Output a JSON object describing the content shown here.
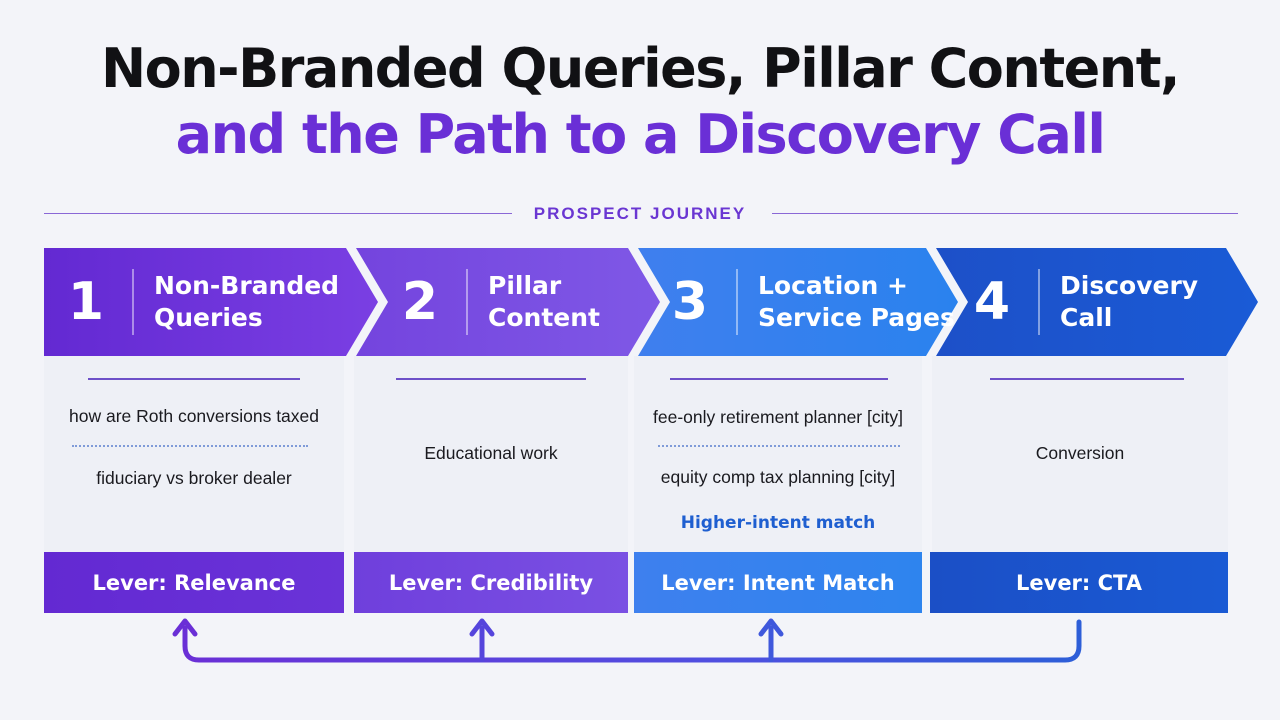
{
  "title": {
    "line1": "Non-Branded Queries, Pillar Content,",
    "line2": "and the Path to a Discovery Call"
  },
  "section_label": "PROSPECT JOURNEY",
  "colors": {
    "step1": "#6a2fd6",
    "step2": "#7a4be0",
    "step3": "#3188ee",
    "step4": "#1a54cc",
    "panel": "#eef0f6",
    "title_accent": "#6a2fd6",
    "intent_accent": "#1f5fd0"
  },
  "steps": [
    {
      "number": "1",
      "title": "Non-Branded\nQueries",
      "items": [
        "how are Roth conversions taxed",
        "fiduciary vs broker dealer"
      ],
      "lever": "Lever: Relevance"
    },
    {
      "number": "2",
      "title": "Pillar\nContent",
      "items": [
        "Educational work"
      ],
      "lever": "Lever: Credibility"
    },
    {
      "number": "3",
      "title": "Location +\nService Pages",
      "items": [
        "fee-only retirement planner [city]",
        "equity comp tax planning [city]"
      ],
      "note": "Higher-intent match",
      "lever": "Lever: Intent Match"
    },
    {
      "number": "4",
      "title": "Discovery\nCall",
      "items": [
        "Conversion"
      ],
      "lever": "Lever: CTA"
    }
  ]
}
